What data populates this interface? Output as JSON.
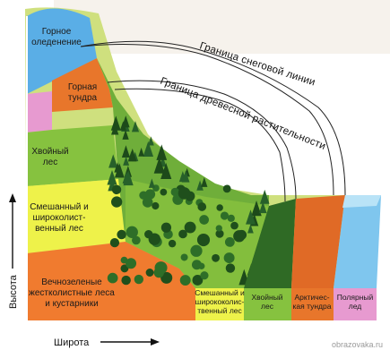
{
  "vertical_zones": [
    {
      "label": "Горное\nоледенение",
      "color": "#5aaee6"
    },
    {
      "label": "Горная\nтундра",
      "color": "#e8762b"
    },
    {
      "label": "",
      "color": "#e79ad0"
    },
    {
      "label": "Хвойный\nлес",
      "color": "#86c23f"
    },
    {
      "label": "Смешанный и\nшироколист-\nвенный лес",
      "color": "#eef24a"
    },
    {
      "label": "Вечнозеленые\nжестколистные леса\nи кустарники",
      "color": "#f07b2f"
    }
  ],
  "latitudinal_zones": [
    {
      "label": "Смешанный и\nширококолис-\nтвенный лес",
      "color": "#eef24a"
    },
    {
      "label": "Хвойный\nлес",
      "color": "#86c23f"
    },
    {
      "label": "Арктичес-\nкая тундра",
      "color": "#e8762b"
    },
    {
      "label": "Полярный\nлед",
      "color": "#e79ad0"
    }
  ],
  "boundaries": {
    "snow_line": "Граница снеговой линии",
    "tree_line": "Граница древесной растительности"
  },
  "axes": {
    "vertical": "Высота",
    "horizontal": "Широта"
  },
  "watermark": "obrazovaka.ru",
  "colors": {
    "ice": "#5aaee6",
    "tundra": "#e8762b",
    "pink": "#e79ad0",
    "conifer": "#86c23f",
    "mixed": "#eef24a",
    "evergreen": "#f07b2f",
    "polar_ice": "#7fc6ee",
    "tree_dark": "#1d4a1a"
  }
}
